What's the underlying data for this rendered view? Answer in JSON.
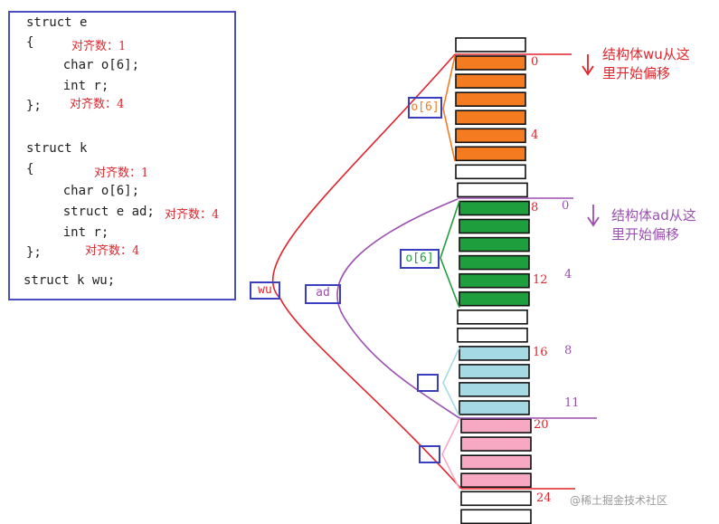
{
  "code": {
    "lines": [
      "struct e",
      "{",
      "    char o[6];",
      "    int r;",
      "};",
      "struct k",
      "{",
      "    char o[6];",
      "    struct e ad;",
      "    int r;",
      "};",
      "struct k wu;"
    ],
    "annotations": [
      "对齐数：1",
      "对齐数：4",
      "对齐数：1",
      "对齐数：4",
      "对齐数：4"
    ]
  },
  "labels": {
    "wu": "wu",
    "ad": "ad",
    "o6_outer": "o[6]",
    "o6_inner": "o[6]"
  },
  "offsets_outer": [
    "0",
    "4",
    "8",
    "12",
    "16",
    "20",
    "24"
  ],
  "offsets_inner": [
    "0",
    "4",
    "8",
    "11"
  ],
  "notes": {
    "wu_start": "结构体wu从这\n里开始偏移",
    "ad_start": "结构体ad从这\n里开始偏移"
  },
  "colors": {
    "orange": "#f47b20",
    "green": "#1f9e3e",
    "lightblue": "#a5d9e3",
    "pink": "#f7a8c3",
    "red": "#e0242c",
    "purple": "#9b4fb0",
    "frame": "#3b3fbf"
  },
  "memory_cells": [
    "empty",
    "orange",
    "orange",
    "orange",
    "orange",
    "orange",
    "orange",
    "empty",
    "empty",
    "green",
    "green",
    "green",
    "green",
    "green",
    "green",
    "empty",
    "empty",
    "lightblue",
    "lightblue",
    "lightblue",
    "lightblue",
    "pink",
    "pink",
    "pink",
    "pink",
    "empty",
    "empty"
  ],
  "watermark": "@稀土掘金技术社区"
}
